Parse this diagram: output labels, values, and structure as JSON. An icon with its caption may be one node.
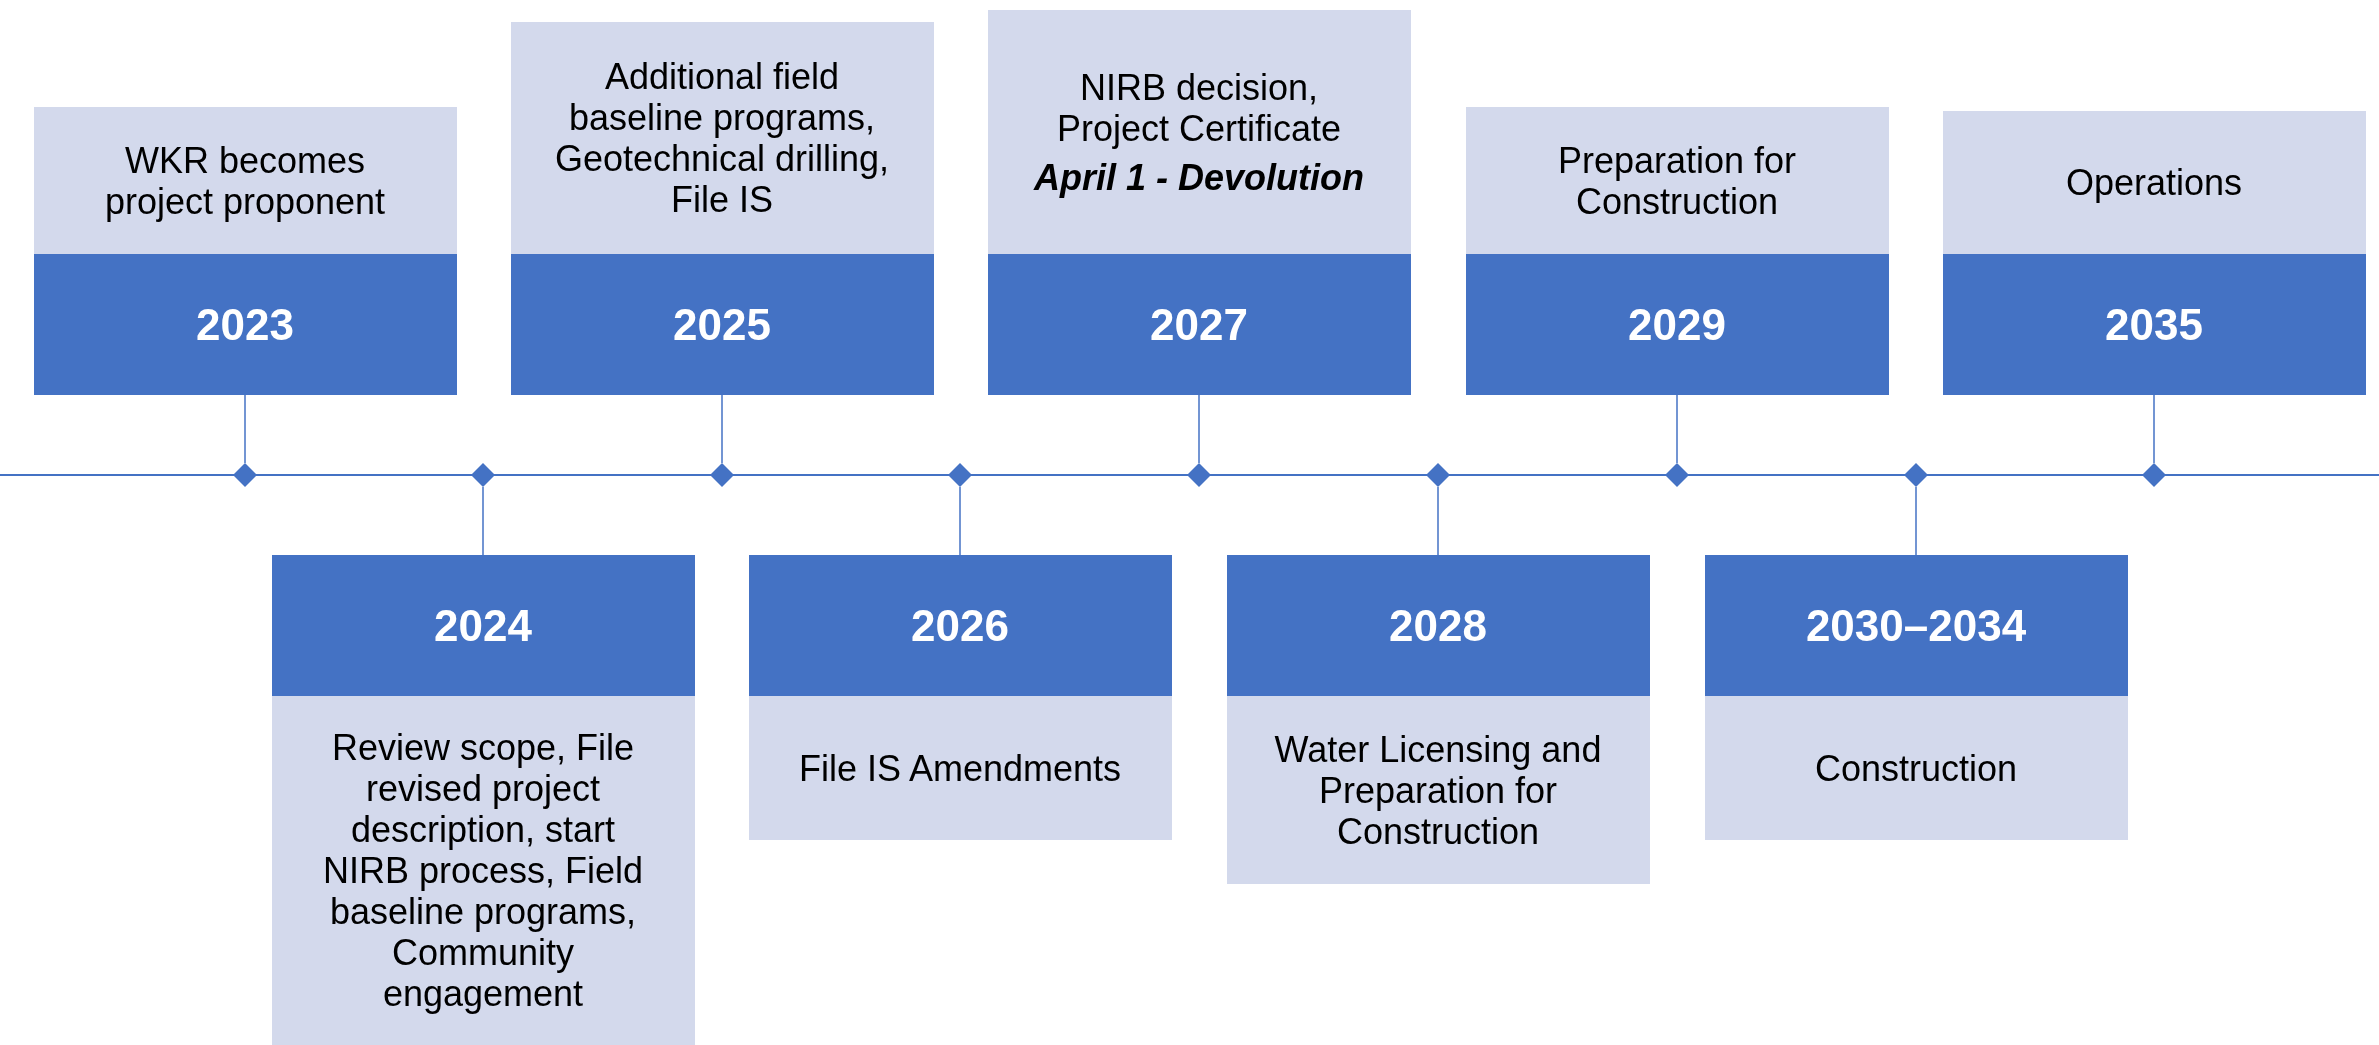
{
  "diagram": {
    "nodes": [
      {
        "text": [
          "WKR becomes project proponent",
          "2023"
        ]
      },
      {
        "text": [
          "2024",
          "Review scope, File revised project description, start NIRB process, Field baseline programs, Community engagement"
        ]
      },
      {
        "text": [
          "Additional field baseline programs, Geotechnical drilling, File IS",
          "2025"
        ]
      },
      {
        "text": [
          "2026",
          "File IS Amendments"
        ]
      },
      {
        "text": [
          "NIRB decision, Project Certificate",
          "April 1 - Devolution",
          "2027"
        ]
      },
      {
        "text": [
          "2028",
          "Water Licensing and Preparation for Construction"
        ]
      },
      {
        "text": [
          "Preparation for Construction",
          "2029"
        ]
      },
      {
        "text": [
          "2030–2034",
          "Construction"
        ]
      },
      {
        "text": [
          "Operations",
          "2035"
        ]
      },
      {
        "text": [],
        "shape": "diamond"
      },
      {
        "text": [],
        "shape": "diamond"
      },
      {
        "text": [],
        "shape": "diamond"
      },
      {
        "text": [],
        "shape": "diamond"
      },
      {
        "text": [],
        "shape": "diamond"
      },
      {
        "text": [],
        "shape": "diamond"
      },
      {
        "text": [],
        "shape": "diamond"
      },
      {
        "text": [],
        "shape": "diamond"
      },
      {
        "text": [],
        "shape": "diamond"
      }
    ],
    "edges": [
      {
        "from": 0,
        "to": 9,
        "arrow": "none"
      },
      {
        "from": 1,
        "to": 10,
        "arrow": "none"
      },
      {
        "from": 2,
        "to": 11,
        "arrow": "none"
      },
      {
        "from": 3,
        "to": 12,
        "arrow": "none"
      },
      {
        "from": 4,
        "to": 13,
        "arrow": "none"
      },
      {
        "from": 5,
        "to": 14,
        "arrow": "none"
      },
      {
        "from": 6,
        "to": 15,
        "arrow": "none"
      },
      {
        "from": 7,
        "to": 16,
        "arrow": "none"
      },
      {
        "from": 8,
        "to": 17,
        "arrow": "none"
      }
    ]
  }
}
